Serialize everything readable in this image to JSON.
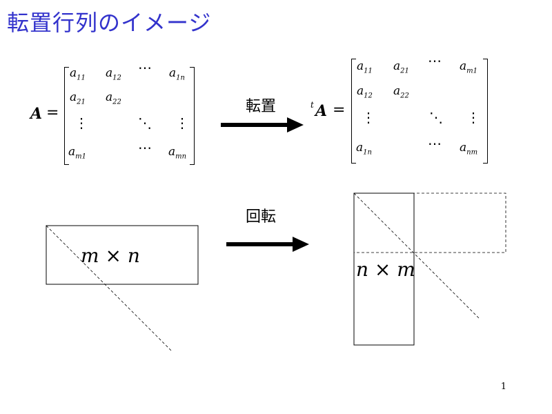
{
  "slide": {
    "title": "転置行列のイメージ",
    "page_number": "1"
  },
  "labels": {
    "transpose": "転置",
    "rotate": "回転"
  },
  "matrix_A": {
    "lhs": "A",
    "eq": "=",
    "cells": {
      "r1": [
        "a",
        "11",
        "a",
        "12",
        "a",
        "1n"
      ],
      "r2": [
        "a",
        "21",
        "a",
        "22"
      ],
      "r4": [
        "a",
        "m1",
        "a",
        "mn"
      ]
    }
  },
  "matrix_tA": {
    "pre": "t",
    "lhs": "A",
    "eq": "=",
    "cells": {
      "r1": [
        "a",
        "11",
        "a",
        "21",
        "a",
        "m1"
      ],
      "r2": [
        "a",
        "12",
        "a",
        "22"
      ],
      "r4": [
        "a",
        "1n",
        "a",
        "nm"
      ]
    }
  },
  "shapes": {
    "left_dims": "m × n",
    "right_dims": "n × m"
  }
}
